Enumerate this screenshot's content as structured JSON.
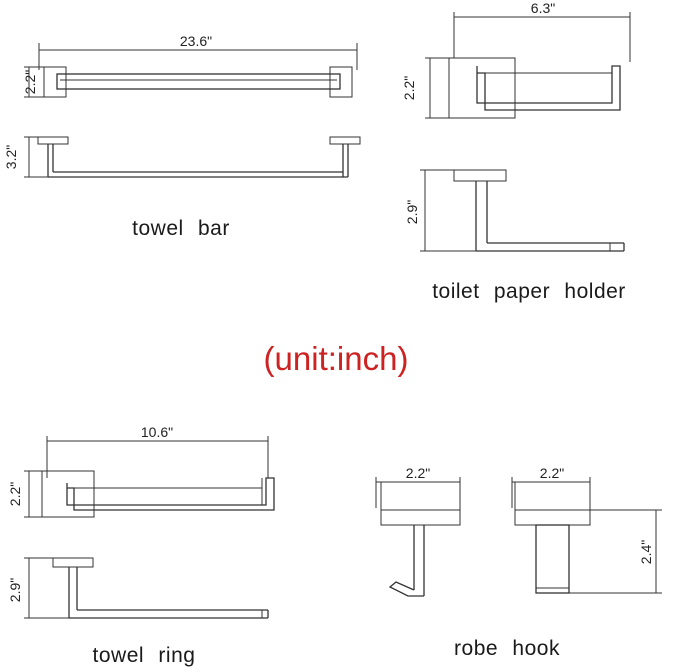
{
  "unit_note": "(unit:inch)",
  "colors": {
    "line": "#333333",
    "unit_text": "#cc2222",
    "background": "#ffffff"
  },
  "towel_bar": {
    "caption": "towel bar",
    "width_label": "23.6\"",
    "height_label": "2.2\"",
    "depth_label": "3.2\""
  },
  "toilet_paper_holder": {
    "caption": "toilet paper holder",
    "width_label": "6.3\"",
    "height_label": "2.2\"",
    "depth_label": "2.9\""
  },
  "towel_ring": {
    "caption": "towel ring",
    "width_label": "10.6\"",
    "height_label": "2.2\"",
    "depth_label": "2.9\""
  },
  "robe_hook": {
    "caption": "robe hook",
    "width_label_left": "2.2\"",
    "width_label_right": "2.2\"",
    "depth_label": "2.4\""
  }
}
